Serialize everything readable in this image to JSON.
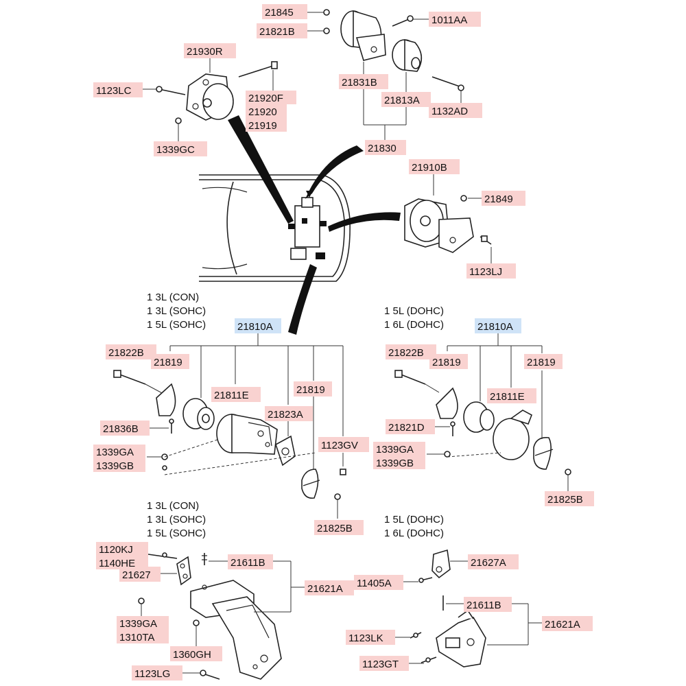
{
  "colors": {
    "callout_fill": "#f9d2d0",
    "callout_highlight_fill": "#cfe3f7",
    "line": "#222222",
    "background": "#ffffff"
  },
  "callouts": {
    "c21845": "21845",
    "c21821B": "21821B",
    "c1011AA": "1011AA",
    "c21831B": "21831B",
    "c21813A": "21813A",
    "c1132AD": "1132AD",
    "c21830": "21830",
    "c21930R": "21930R",
    "c1123LC": "1123LC",
    "c21920F": "21920F",
    "c21920": "21920",
    "c21919": "21919",
    "c1339GC": "1339GC",
    "c21910B": "21910B",
    "c21849": "21849",
    "c1123LJ": "1123LJ",
    "c21810A_left": "21810A",
    "c21822B_left": "21822B",
    "c21819_left_a": "21819",
    "c21811E_left": "21811E",
    "c21819_left_b": "21819",
    "c21836B": "21836B",
    "c21823A": "21823A",
    "c1123GV": "1123GV",
    "c1339GA_left": "1339GA",
    "c1339GB_left": "1339GB",
    "c21825B_left": "21825B",
    "c21810A_right": "21810A",
    "c21822B_right": "21822B",
    "c21819_right_a": "21819",
    "c21819_right_b": "21819",
    "c21811E_right": "21811E",
    "c21821D": "21821D",
    "c1339GA_right": "1339GA",
    "c1339GB_right": "1339GB",
    "c21825B_right": "21825B",
    "c1120KJ": "1120KJ",
    "c1140HE": "1140HE",
    "c21627": "21627",
    "c21611B_left": "21611B",
    "c21621A_left": "21621A",
    "c1339GA_bottom": "1339GA",
    "c1310TA": "1310TA",
    "c1360GH": "1360GH",
    "c1123LG": "1123LG",
    "c21627A": "21627A",
    "c11405A": "11405A",
    "c21611B_right": "21611B",
    "c21621A_right": "21621A",
    "c1123LK": "1123LK",
    "c1123GT": "1123GT"
  },
  "variant_notes": {
    "mid_left": [
      "1 3L (CON)",
      "1 3L (SOHC)",
      "1 5L (SOHC)"
    ],
    "mid_right": [
      "1 5L (DOHC)",
      "1 6L (DOHC)"
    ],
    "bottom_left": [
      "1 3L (CON)",
      "1 3L (SOHC)",
      "1 5L (SOHC)"
    ],
    "bottom_right": [
      "1 5L (DOHC)",
      "1 6L (DOHC)"
    ]
  }
}
